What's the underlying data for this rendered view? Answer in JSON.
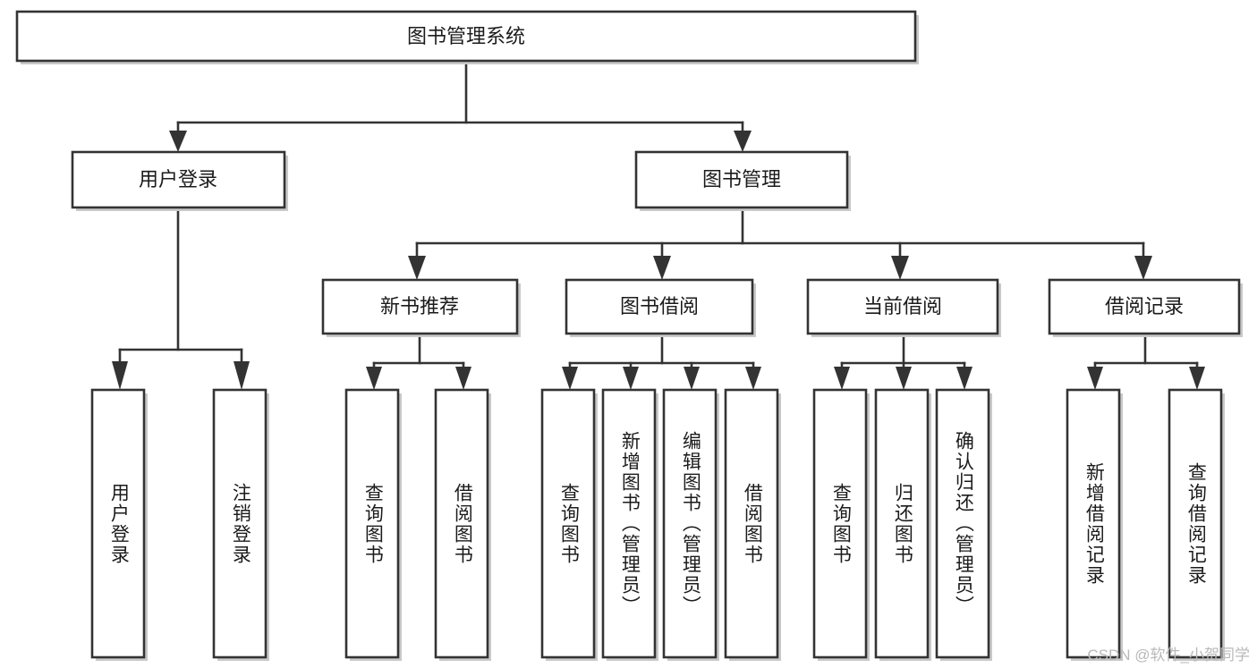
{
  "diagram": {
    "type": "tree-hierarchy",
    "title": "图书管理系统",
    "watermark": "CSDN @软件_小贺同学",
    "colors": {
      "background": "#ffffff",
      "stroke": "#333333",
      "box_fill": "#ffffff",
      "shadow": "#c9c9c9",
      "text": "#1b1b1b",
      "watermark": "#b9b9b9"
    },
    "levels": [
      {
        "level": 1,
        "nodes": [
          {
            "id": "root",
            "label": "图书管理系统",
            "orientation": "horizontal"
          }
        ]
      },
      {
        "level": 2,
        "nodes": [
          {
            "id": "login",
            "label": "用户登录",
            "orientation": "horizontal",
            "parent": "root"
          },
          {
            "id": "bookmgmt",
            "label": "图书管理",
            "orientation": "horizontal",
            "parent": "root"
          }
        ]
      },
      {
        "level": 3,
        "nodes": [
          {
            "id": "newbook",
            "label": "新书推荐",
            "orientation": "horizontal",
            "parent": "bookmgmt"
          },
          {
            "id": "borrow",
            "label": "图书借阅",
            "orientation": "horizontal",
            "parent": "bookmgmt"
          },
          {
            "id": "current",
            "label": "当前借阅",
            "orientation": "horizontal",
            "parent": "bookmgmt"
          },
          {
            "id": "records",
            "label": "借阅记录",
            "orientation": "horizontal",
            "parent": "bookmgmt"
          }
        ]
      },
      {
        "level": 4,
        "nodes": [
          {
            "id": "leaf1",
            "label": "用户登录",
            "orientation": "vertical",
            "parent": "login"
          },
          {
            "id": "leaf2",
            "label": "注销登录",
            "orientation": "vertical",
            "parent": "login"
          },
          {
            "id": "leaf3",
            "label": "查询图书",
            "orientation": "vertical",
            "parent": "newbook"
          },
          {
            "id": "leaf4",
            "label": "借阅图书",
            "orientation": "vertical",
            "parent": "newbook"
          },
          {
            "id": "leaf5",
            "label": "查询图书",
            "orientation": "vertical",
            "parent": "borrow"
          },
          {
            "id": "leaf6",
            "label": "新增图书（管理员）",
            "orientation": "vertical",
            "parent": "borrow"
          },
          {
            "id": "leaf7",
            "label": "编辑图书（管理员）",
            "orientation": "vertical",
            "parent": "borrow"
          },
          {
            "id": "leaf8",
            "label": "借阅图书",
            "orientation": "vertical",
            "parent": "borrow"
          },
          {
            "id": "leaf9",
            "label": "查询图书",
            "orientation": "vertical",
            "parent": "current"
          },
          {
            "id": "leaf10",
            "label": "归还图书",
            "orientation": "vertical",
            "parent": "current"
          },
          {
            "id": "leaf11",
            "label": "确认归还（管理员）",
            "orientation": "vertical",
            "parent": "current"
          },
          {
            "id": "leaf12",
            "label": "新增借阅记录",
            "orientation": "vertical",
            "parent": "records"
          },
          {
            "id": "leaf13",
            "label": "查询借阅记录",
            "orientation": "vertical",
            "parent": "records"
          }
        ]
      }
    ]
  }
}
